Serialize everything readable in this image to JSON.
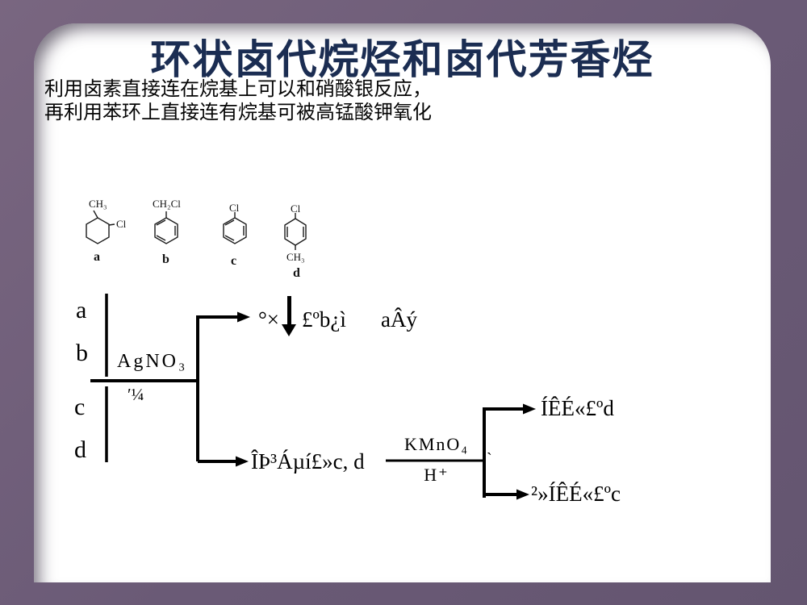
{
  "slide": {
    "title": "环状卤代烷烃和卤代芳香烃",
    "intro_line1": "利用卤素直接连在烷基上可以和硝酸银反应，",
    "intro_line2": "再利用苯环上直接连有烷基可被高锰酸钾氧化"
  },
  "colors": {
    "background_purple": "#6a5a76",
    "panel_white": "#ffffff",
    "title_navy": "#1b2d52",
    "ink_black": "#000000"
  },
  "icons": {
    "down_arrow": "↓"
  },
  "structures": {
    "a": {
      "top_group": "CH₃",
      "side_group": "Cl",
      "label": "a"
    },
    "b": {
      "top_group": "CH₂Cl",
      "label": "b"
    },
    "c": {
      "top_group": "Cl",
      "label": "c"
    },
    "d": {
      "top_group": "Cl",
      "bottom_group": "CH₃",
      "label": "d"
    }
  },
  "flow": {
    "inputs": [
      "a",
      "b",
      "c",
      "d"
    ],
    "reagent": "AgNO₃",
    "condition": "′¼",
    "branch_top": {
      "precipitate": "°×",
      "detail": "£ºb¿ì",
      "slow": "aÂý"
    },
    "branch_bottom": "ÎÞ³Áµí£»c, d",
    "oxidant": "KMnO₄",
    "acid": "H⁺",
    "junction_mark": "ˋ",
    "result_top": "ÍÊÉ«£ºd",
    "result_bottom": "²»ÍÊÉ«£ºc"
  }
}
